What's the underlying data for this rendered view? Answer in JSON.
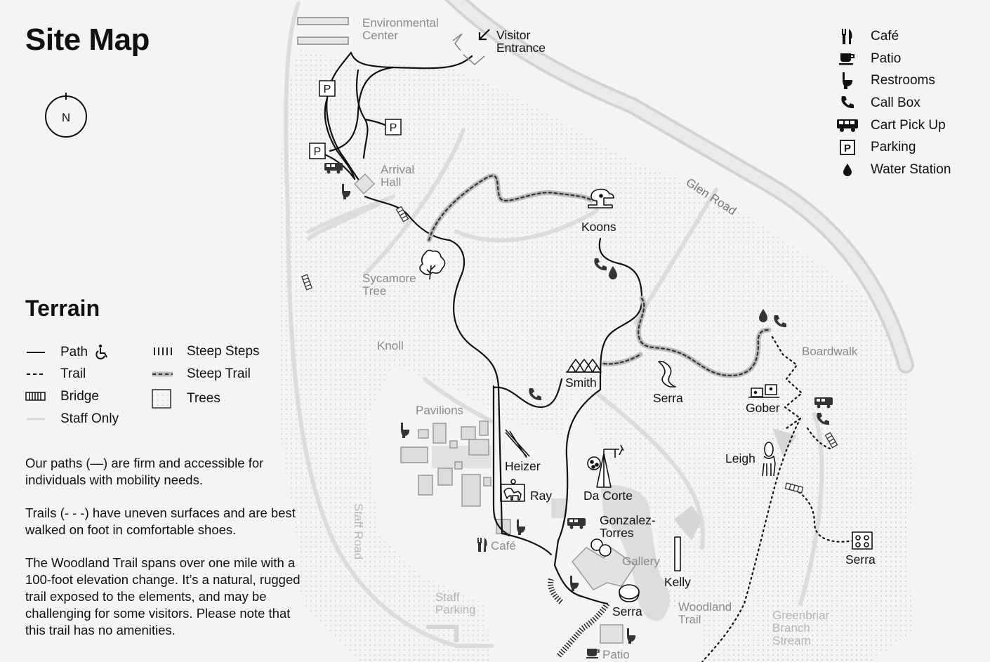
{
  "title": "Site Map",
  "compass_label": "N",
  "terrain": {
    "title": "Terrain",
    "items": [
      {
        "key": "path",
        "label": "Path"
      },
      {
        "key": "trail",
        "label": "Trail"
      },
      {
        "key": "bridge",
        "label": "Bridge"
      },
      {
        "key": "staff",
        "label": "Staff Only"
      },
      {
        "key": "steps",
        "label": "Steep Steps"
      },
      {
        "key": "steep_trail",
        "label": "Steep Trail"
      },
      {
        "key": "trees",
        "label": "Trees"
      }
    ]
  },
  "notes": [
    "Our paths (—) are firm and accessible for individuals with mobility needs.",
    "Trails (- - -) have uneven surfaces and are best walked on foot in comfortable shoes.",
    "The Woodland Trail spans over one mile with a 100-foot elevation change. It’s a natural, rugged trail exposed to the elements, and may be challenging for some visitors. Please note that this trail has no amenities."
  ],
  "amenities": [
    {
      "icon": "fork-knife-icon",
      "label": "Café"
    },
    {
      "icon": "coffee-cup-icon",
      "label": "Patio"
    },
    {
      "icon": "toilet-icon",
      "label": "Restrooms"
    },
    {
      "icon": "phone-icon",
      "label": "Call Box"
    },
    {
      "icon": "cart-icon",
      "label": "Cart Pick Up"
    },
    {
      "icon": "parking-icon",
      "label": "Parking"
    },
    {
      "icon": "water-drop-icon",
      "label": "Water Station"
    }
  ],
  "places": {
    "environmental_center": "Environmental Center",
    "visitor_entrance": "Visitor Entrance",
    "arrival_hall": "Arrival Hall",
    "koons": "Koons",
    "sycamore_tree": "Sycamore Tree",
    "knoll": "Knoll",
    "smith": "Smith",
    "serra_mid": "Serra",
    "boardwalk": "Boardwalk",
    "gober": "Gober",
    "leigh": "Leigh",
    "pavilions": "Pavilions",
    "heizer": "Heizer",
    "ray": "Ray",
    "da_corte": "Da Corte",
    "gonzalez_torres": "Gonzalez-Torres",
    "cafe": "Café",
    "gallery": "Gallery",
    "kelly": "Kelly",
    "serra_lower": "Serra",
    "serra_right": "Serra",
    "staff_parking": "Staff Parking",
    "woodland_trail": "Woodland Trail",
    "greenbriar": "Greenbriar Branch Stream",
    "patio": "Patio",
    "glen_road": "Glen Road",
    "staff_road": "Staff Road",
    "parking_letter": "P"
  }
}
